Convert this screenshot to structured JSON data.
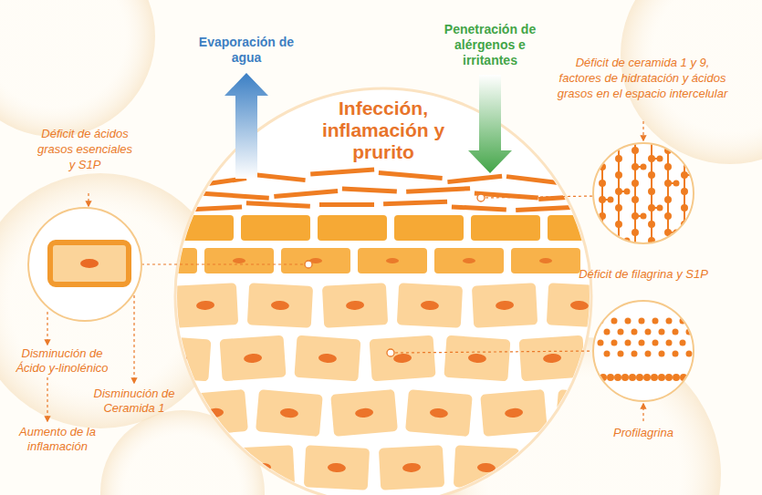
{
  "diagram": {
    "nodes": [
      {
        "text": [
          "Infección, inflamación y prurito"
        ]
      },
      {
        "text": [
          "Déficit de ácidos grasos esenciales y S1P"
        ]
      },
      {
        "text": [
          "Déficit de ceramida 1 y 9, factores de hidratación y ácidos grasos en el espacio intercelular"
        ]
      },
      {
        "text": [
          "Déficit de filagrina y S1P",
          "Profilagrina"
        ]
      }
    ],
    "labels": [
      "Evaporación de agua",
      "Penetración de alérgenos e irritantes",
      "Disminución de Ácido y-linolénico",
      "Disminución de Ceramida 1",
      "Aumento de la inflamación"
    ]
  }
}
